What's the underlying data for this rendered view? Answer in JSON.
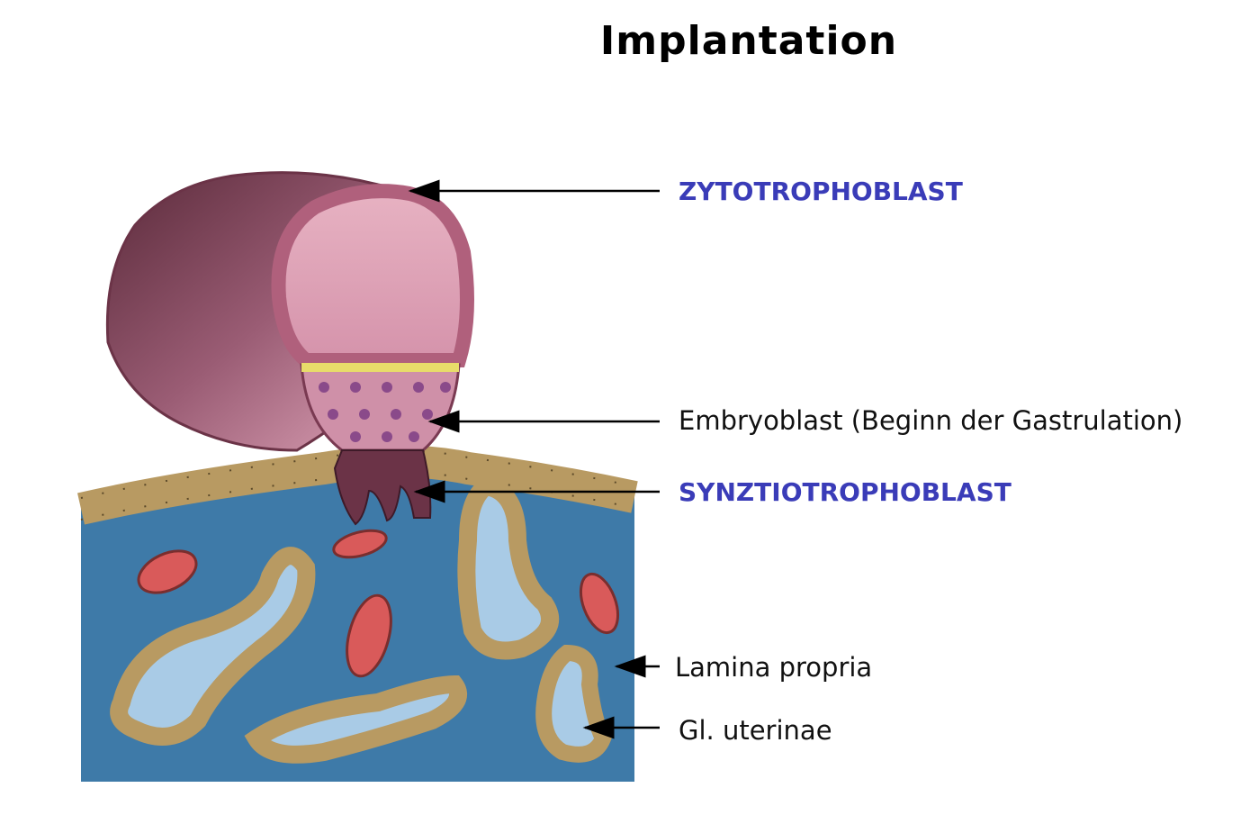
{
  "title": "Implantation",
  "labels": {
    "zytotrophoblast": "ZYTOTROPHOBLAST",
    "embryoblast": "Embryoblast (Beginn der Gastrulation)",
    "synztiotrophoblast": "SYNZTIOTROPHOBLAST",
    "lamina_propria": "Lamina propria",
    "gl_uterinae": "Gl. uterinae"
  },
  "colors": {
    "accent_label": "#3a3cb8",
    "stroma": "#3e7aa8",
    "epithelium": "#b89a62",
    "trophoblast": "#d9a0b4",
    "trophoblast_dark": "#6b3347",
    "vessel": "#d95a5a",
    "gland_lumen": "#a9cbe6"
  }
}
